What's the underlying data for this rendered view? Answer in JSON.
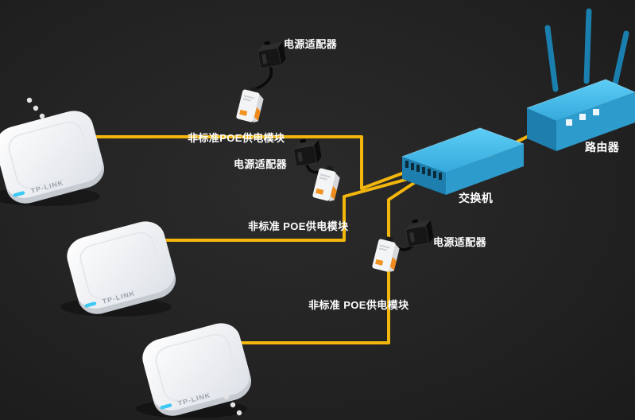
{
  "diagram": {
    "type": "network-topology",
    "background_color": "#232323",
    "cable_colors": {
      "ethernet": "#f2b60d",
      "power": "#0a0a0a"
    },
    "device_colors": {
      "blue_top": "#4cc3f0",
      "blue_front": "#2d9bcc",
      "blue_side": "#1e7fae",
      "ap_body": "#f2f3f6",
      "poe_accent_orange": "#ef8b1d",
      "led_cyan": "#3cc9f4",
      "label_text": "#ffffff"
    }
  },
  "nodes": [
    {
      "id": "ap1",
      "type": "wireless-access-point",
      "label": "TP-LINK"
    },
    {
      "id": "ap2",
      "type": "wireless-access-point",
      "label": "TP-LINK"
    },
    {
      "id": "ap3",
      "type": "wireless-access-point",
      "label": "TP-LINK"
    },
    {
      "id": "poe1",
      "type": "poe-injector",
      "label": "非标准POE供电模块"
    },
    {
      "id": "poe2",
      "type": "poe-injector",
      "label": "非标准 POE供电模块"
    },
    {
      "id": "poe3",
      "type": "poe-injector",
      "label": "非标准 POE供电模块"
    },
    {
      "id": "pa1",
      "type": "power-adapter",
      "label": "电源适配器"
    },
    {
      "id": "pa2",
      "type": "power-adapter",
      "label": "电源适配器"
    },
    {
      "id": "pa3",
      "type": "power-adapter",
      "label": "电源适配器"
    },
    {
      "id": "switch",
      "type": "ethernet-switch",
      "label": "交换机"
    },
    {
      "id": "router",
      "type": "router",
      "label": "路由器"
    }
  ],
  "connections": [
    {
      "from": "ap1",
      "to": "switch",
      "via": "poe1",
      "cable": "ethernet"
    },
    {
      "from": "ap2",
      "to": "switch",
      "via": "poe2",
      "cable": "ethernet"
    },
    {
      "from": "ap3",
      "to": "switch",
      "via": "poe3",
      "cable": "ethernet"
    },
    {
      "from": "switch",
      "to": "router",
      "cable": "ethernet"
    },
    {
      "from": "pa1",
      "to": "poe1",
      "cable": "power"
    },
    {
      "from": "pa2",
      "to": "poe2",
      "cable": "power"
    },
    {
      "from": "pa3",
      "to": "poe3",
      "cable": "power"
    }
  ],
  "decorations": {
    "ellipsis_top": "more devices above-left",
    "ellipsis_bottom": "more devices below-right"
  }
}
